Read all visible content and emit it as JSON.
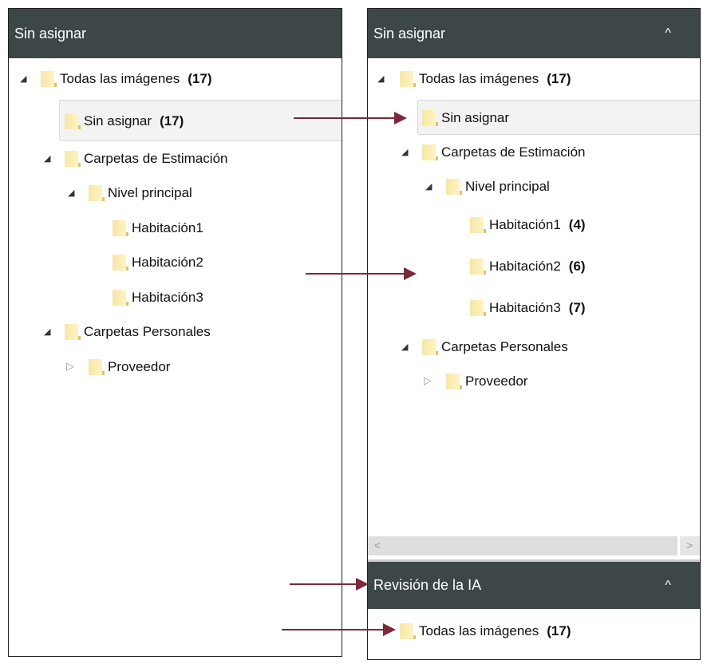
{
  "left": {
    "header": "Sin asignar",
    "tree": [
      {
        "label": "Todas las imágenes",
        "count": "(17)"
      },
      {
        "label": "Sin asignar",
        "count": "(17)"
      },
      {
        "label": "Carpetas de Estimación"
      },
      {
        "label": "Nivel principal"
      },
      {
        "label": "Habitación1"
      },
      {
        "label": "Habitación2"
      },
      {
        "label": "Habitación3"
      },
      {
        "label": "Carpetas Personales"
      },
      {
        "label": "Proveedor"
      }
    ]
  },
  "right": {
    "header": "Sin asignar",
    "tree": [
      {
        "label": "Todas las imágenes",
        "count": "(17)"
      },
      {
        "label": "Sin asignar"
      },
      {
        "label": "Carpetas de Estimación"
      },
      {
        "label": "Nivel principal"
      },
      {
        "label": "Habitación1",
        "count": "(4)"
      },
      {
        "label": "Habitación2",
        "count": "(6)"
      },
      {
        "label": "Habitación3",
        "count": "(7)"
      },
      {
        "label": "Carpetas Personales"
      },
      {
        "label": "Proveedor"
      }
    ],
    "section2": {
      "header": "Revisión de la IA",
      "item": {
        "label": "Todas las imágenes",
        "count": "(17)"
      }
    },
    "icons": {
      "collapse": "^",
      "scroll_left": "<",
      "scroll_right": ">"
    }
  },
  "colors": {
    "header": "#3d4748",
    "arrow": "#7a2a3a"
  }
}
